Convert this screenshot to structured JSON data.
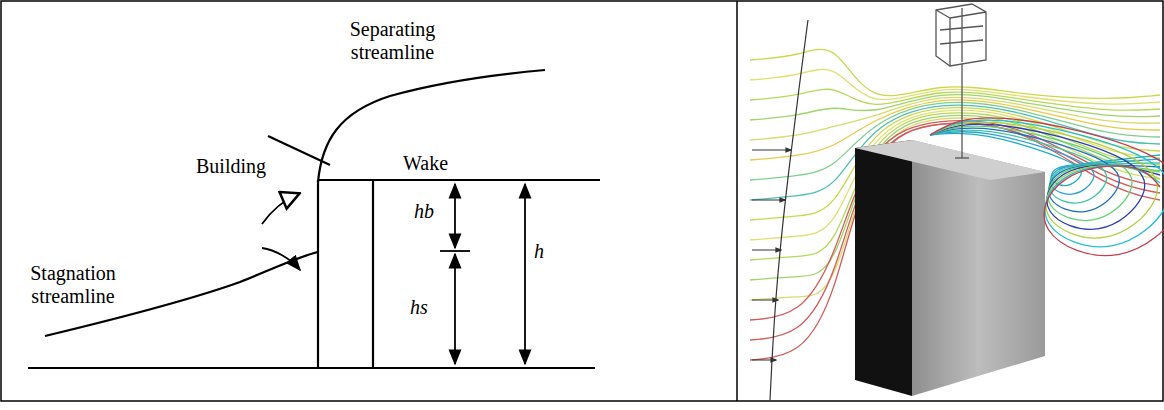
{
  "diagram": {
    "labels": [
      "Separating streamline",
      "Building",
      "Wake",
      "Stagnation streamline",
      "hb",
      "hs",
      "h"
    ]
  }
}
